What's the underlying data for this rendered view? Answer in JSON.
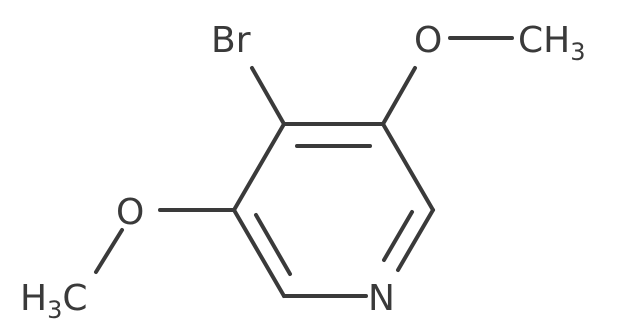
{
  "molecule": {
    "atoms": {
      "bromine": "Br",
      "top_oxygen": "O",
      "top_methyl_main": "CH",
      "top_methyl_sub": "3",
      "left_oxygen": "O",
      "left_methyl_main": "H",
      "left_methyl_sub": "3",
      "left_methyl_tail": "C",
      "nitrogen": "N"
    },
    "colors": {
      "bond": "#3a3a3a",
      "label": "#3a3a3a",
      "background": "#ffffff"
    }
  }
}
